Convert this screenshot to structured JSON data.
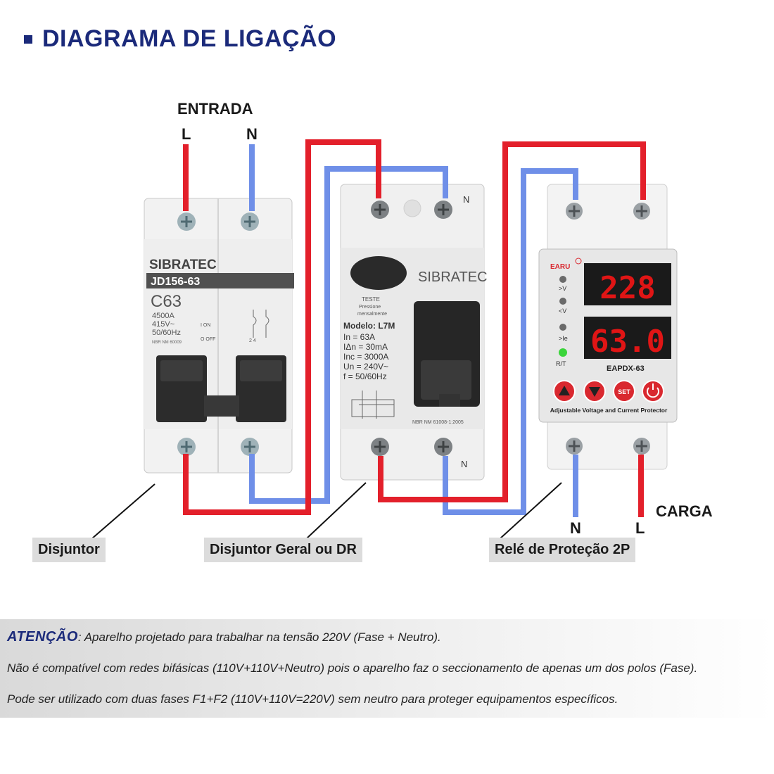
{
  "title": "DIAGRAMA DE LIGAÇÃO",
  "input": {
    "label": "ENTRADA",
    "l": "L",
    "n": "N"
  },
  "output": {
    "label": "CARGA",
    "n": "N",
    "l": "L"
  },
  "breaker": {
    "brand": "SIBRATEC",
    "model": "JD156-63",
    "rating": "C63",
    "line1": "4500A",
    "line2": "415V~",
    "line3": "50/60Hz",
    "cert": "NBR NM 60009",
    "on": "I  ON",
    "off": "O OFF",
    "terminals": "2   4"
  },
  "rcd": {
    "brand": "SIBRATEC",
    "test1": "TESTE",
    "test2": "Pressione",
    "test3": "mensalmente",
    "model": "Modelo: L7M",
    "specs": [
      "In    = 63A",
      "IΔn  = 30mA",
      "Inc  = 3000A",
      "Un  = 240V~",
      "f     = 50/60Hz"
    ],
    "cert": "NBR NM 61008-1:2005",
    "n_top": "N",
    "n_bottom": "N"
  },
  "relay": {
    "brand": "EARU",
    "voltage": "228",
    "current": "63.0",
    "ind_over_v": ">V",
    "ind_under_v": "<V",
    "ind_over_i": ">Ie",
    "ind_rt": "R/T",
    "model": "EAPDX-63",
    "set": "SET",
    "caption": "Adjustable Voltage and Current Protector"
  },
  "labels": {
    "breaker": "Disjuntor",
    "rcd": "Disjuntor Geral ou DR",
    "relay": "Relé de Proteção 2P"
  },
  "notes": {
    "attention": "ATENÇÃO",
    "line1_rest": ": Aparelho projetado para trabalhar na tensão 220V (Fase + Neutro).",
    "line2": "Não é compatível com redes bifásicas (110V+110V+Neutro) pois o aparelho faz o seccionamento de apenas um dos polos (Fase).",
    "line3": "Pode ser utilizado com duas fases F1+F2 (110V+110V=220V) sem neutro para proteger equipamentos específicos."
  },
  "colors": {
    "phase": "#e3202b",
    "neutral": "#6f8fe8",
    "title": "#1b2a7a",
    "display": "#e01515"
  }
}
